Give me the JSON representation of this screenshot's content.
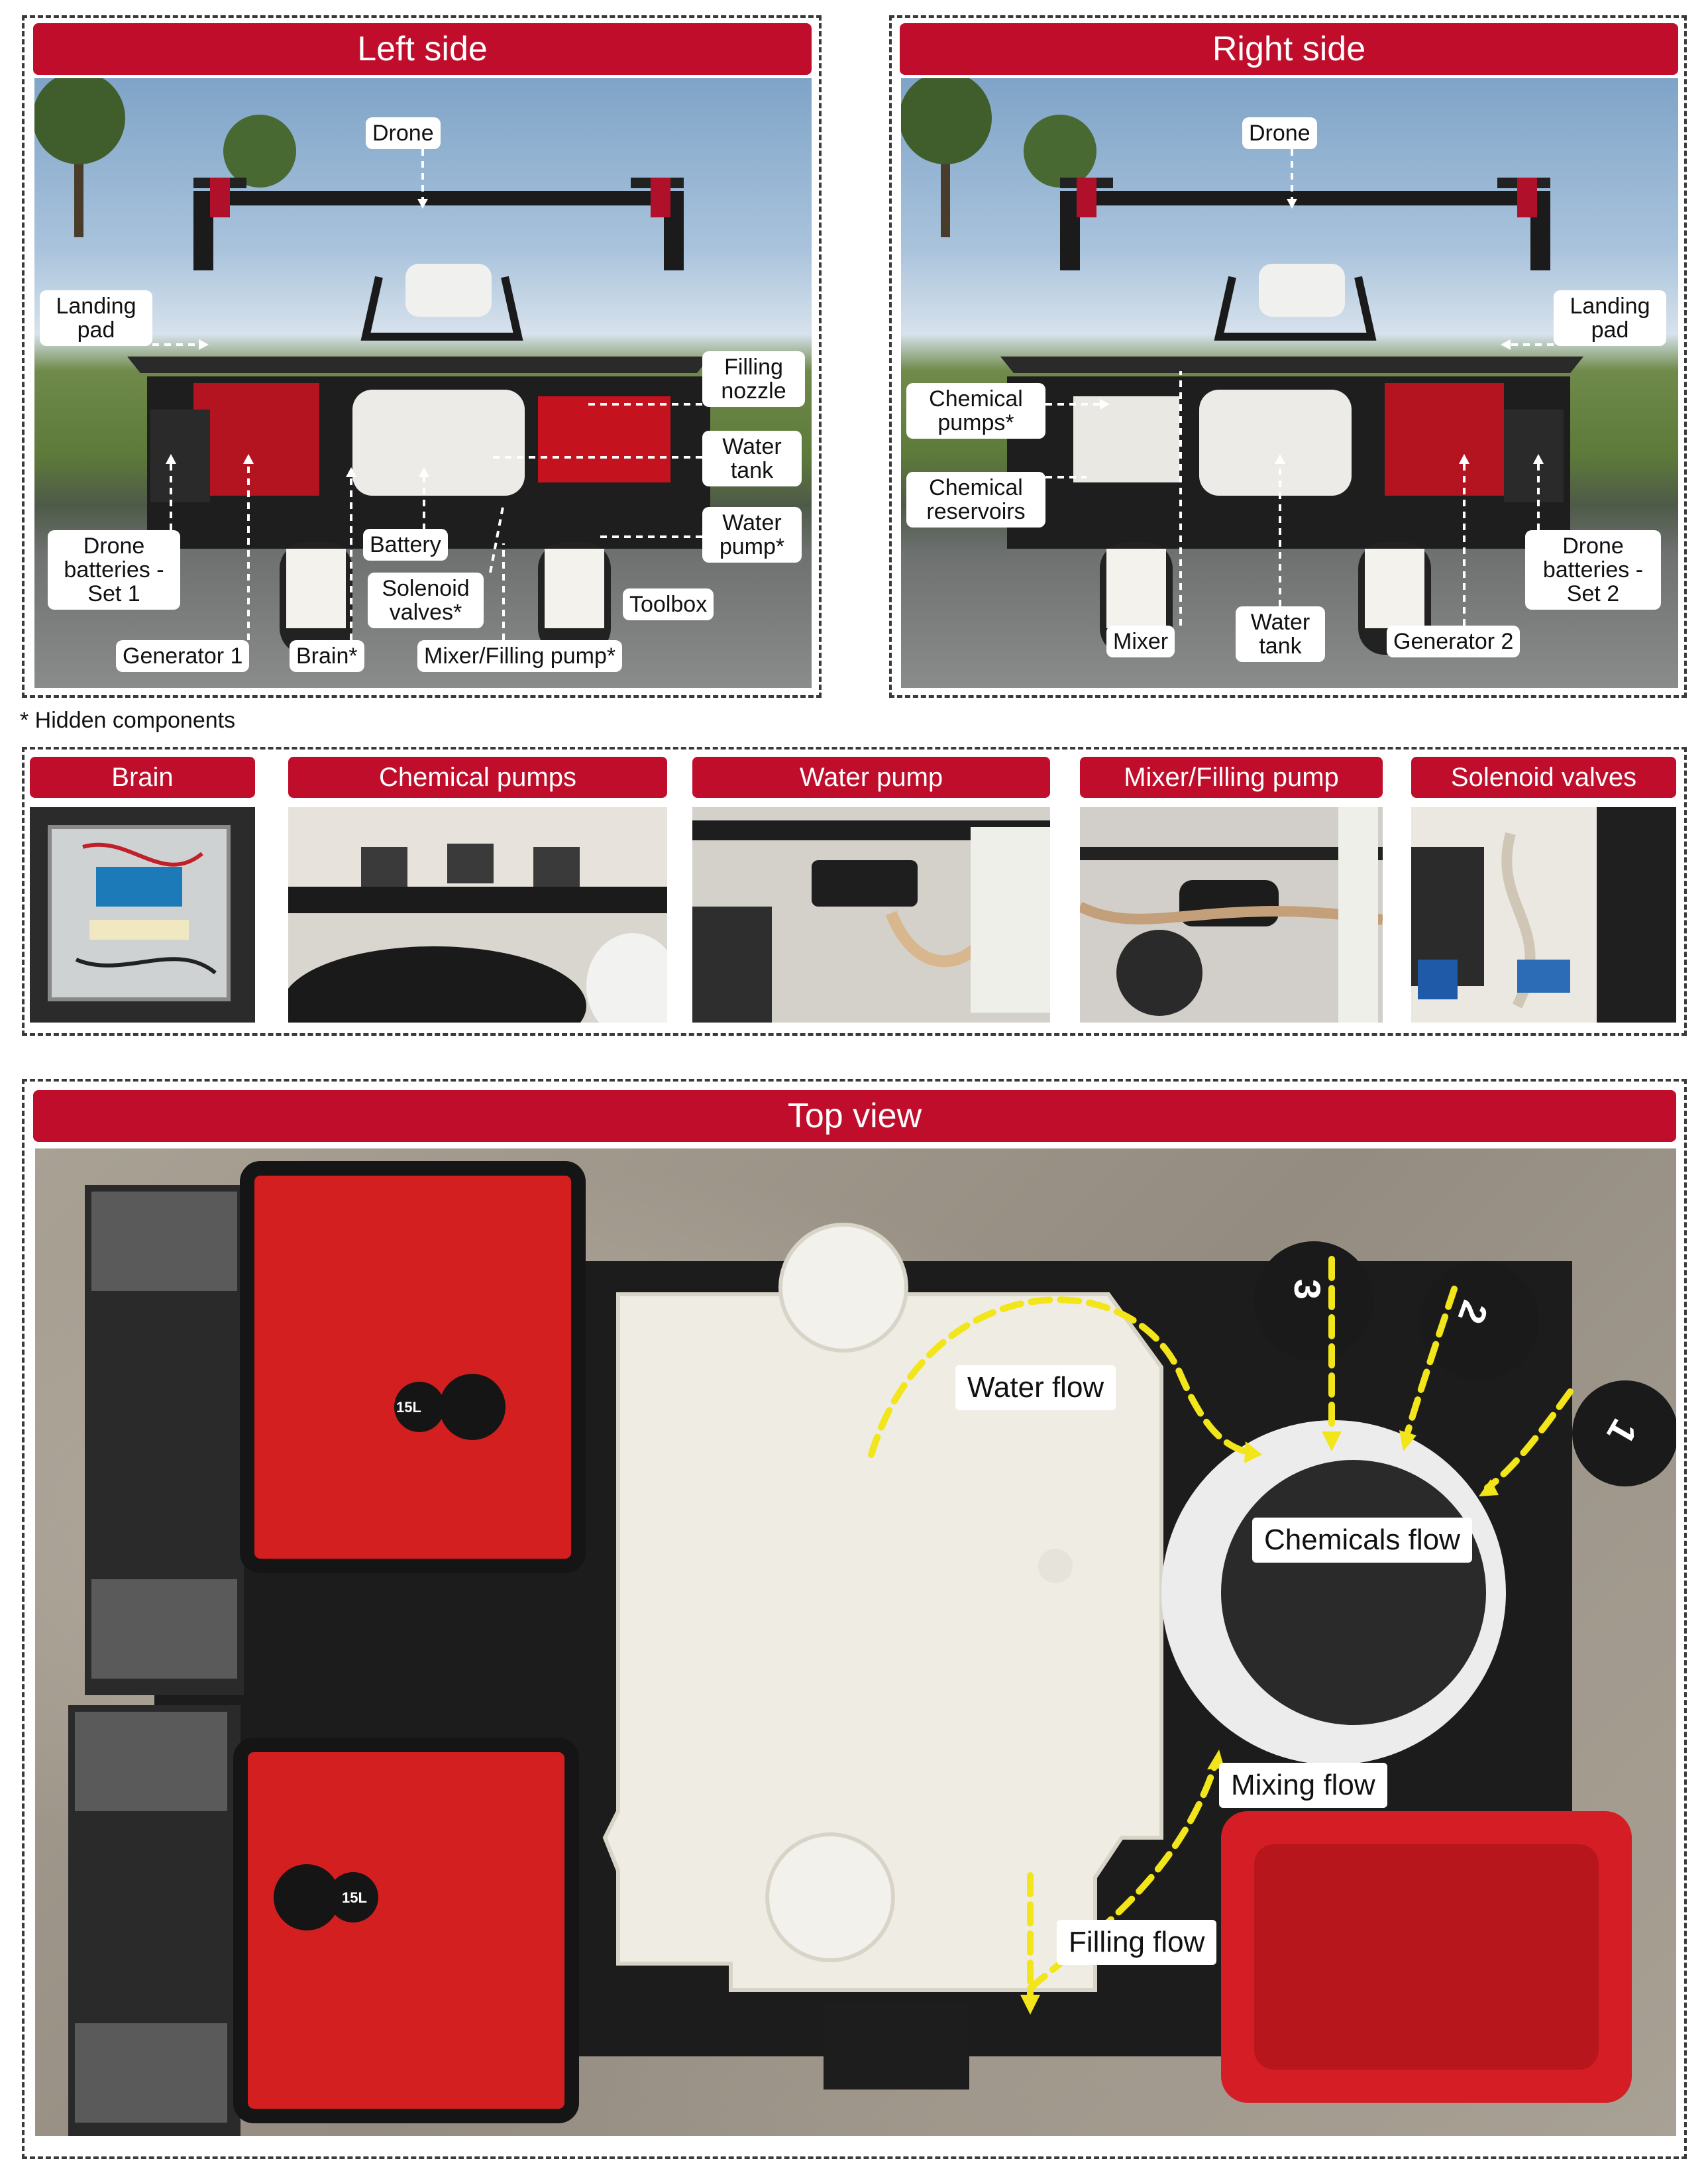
{
  "side_panels": {
    "left_title": "Left side",
    "right_title": "Right side",
    "left_labels": {
      "drone": "Drone",
      "landing_pad": "Landing pad",
      "filling_nozzle": "Filling nozzle",
      "water_tank": "Water tank",
      "water_pump": "Water pump*",
      "drone_batteries": "Drone batteries - Set 1",
      "battery": "Battery",
      "solenoid_valves": "Solenoid valves*",
      "toolbox": "Toolbox",
      "generator": "Generator 1",
      "brain": "Brain*",
      "mixer_filling_pump": "Mixer/Filling pump*"
    },
    "right_labels": {
      "drone": "Drone",
      "landing_pad": "Landing pad",
      "chemical_pumps": "Chemical pumps*",
      "chemical_reservoirs": "Chemical reservoirs",
      "drone_batteries": "Drone batteries - Set 2",
      "mixer": "Mixer",
      "water_tank": "Water tank",
      "generator": "Generator 2"
    }
  },
  "footnote": "* Hidden components",
  "hidden_components": [
    {
      "title": "Brain"
    },
    {
      "title": "Chemical pumps"
    },
    {
      "title": "Water pump"
    },
    {
      "title": "Mixer/Filling pump"
    },
    {
      "title": "Solenoid valves"
    }
  ],
  "top_view": {
    "title": "Top view",
    "flows": {
      "water": "Water flow",
      "chemicals": "Chemicals flow",
      "mixing": "Mixing flow",
      "filling": "Filling flow"
    },
    "generator_badge": "15L",
    "chemical_numbers": [
      "3",
      "2",
      "1"
    ]
  },
  "colors": {
    "title_bar": "#c00d2b",
    "generator_red": "#d31f1f",
    "flow_arrows": "#f2e51a"
  }
}
